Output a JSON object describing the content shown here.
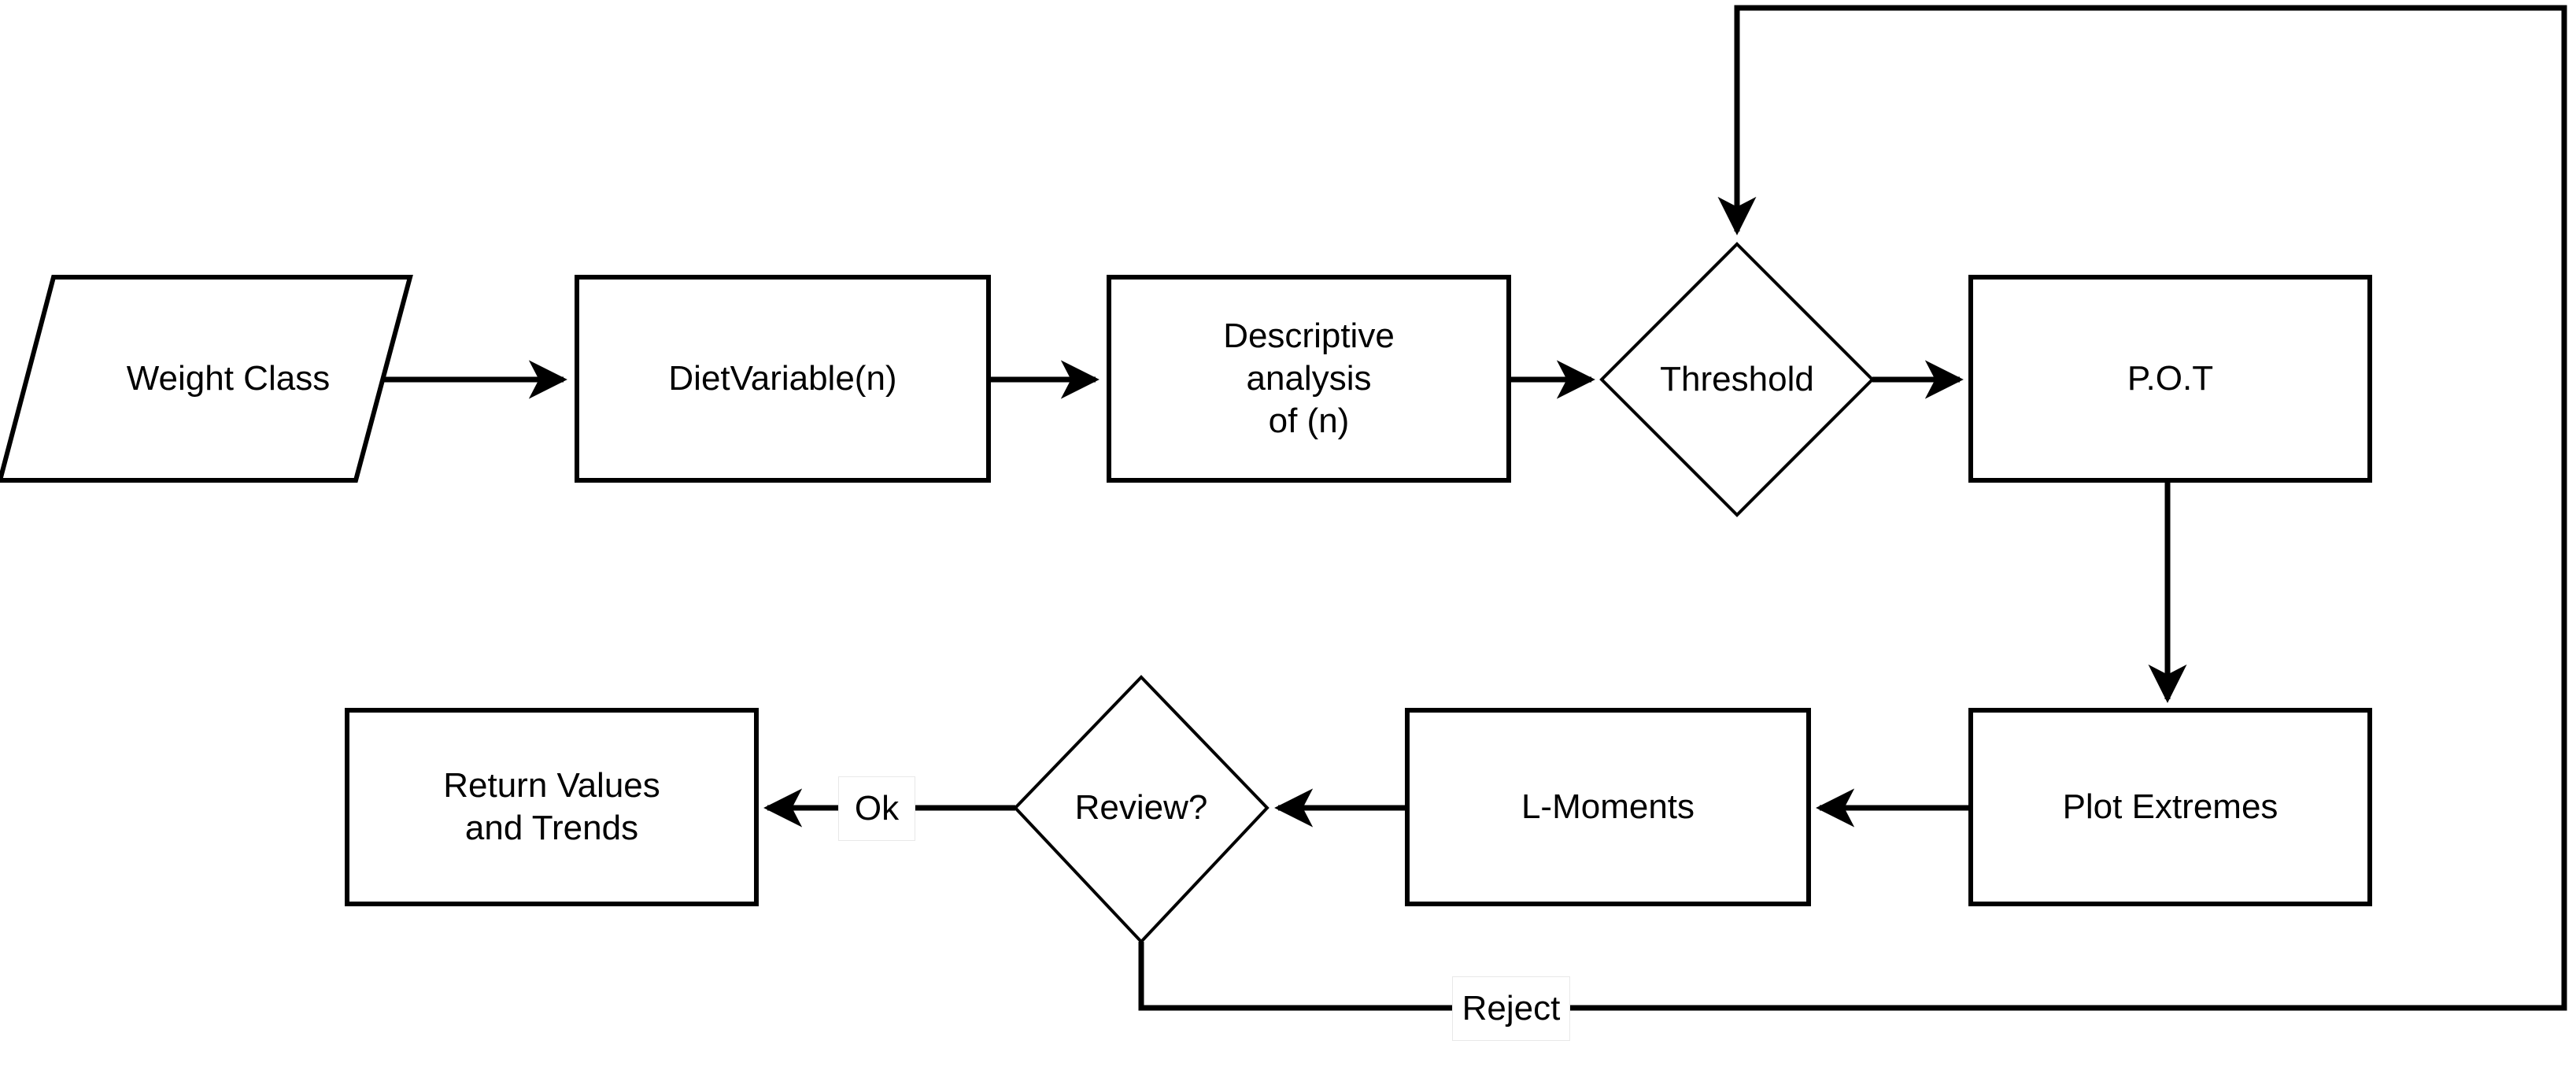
{
  "diagram": {
    "title": "Extreme value analysis workflow flowchart",
    "background_color": "#ffffff",
    "stroke_color": "#000000",
    "text_color": "#000000",
    "nodes": [
      {
        "id": "weight-class",
        "label": "Weight Class",
        "shape": "parallelogram"
      },
      {
        "id": "diet-variable",
        "label": "DietVariable(n)",
        "shape": "rectangle"
      },
      {
        "id": "descriptive",
        "label": "Descriptive\nanalysis\nof (n)",
        "shape": "rectangle"
      },
      {
        "id": "threshold",
        "label": "Threshold",
        "shape": "diamond"
      },
      {
        "id": "pot",
        "label": "P.O.T",
        "shape": "rectangle"
      },
      {
        "id": "plot-extremes",
        "label": "Plot Extremes",
        "shape": "rectangle"
      },
      {
        "id": "l-moments",
        "label": "L-Moments",
        "shape": "rectangle"
      },
      {
        "id": "review",
        "label": "Review?",
        "shape": "diamond"
      },
      {
        "id": "return-values",
        "label": "Return Values\nand Trends",
        "shape": "rectangle"
      }
    ],
    "edges": [
      {
        "id": "e1",
        "from": "weight-class",
        "to": "diet-variable",
        "label": ""
      },
      {
        "id": "e2",
        "from": "diet-variable",
        "to": "descriptive",
        "label": ""
      },
      {
        "id": "e3",
        "from": "descriptive",
        "to": "threshold",
        "label": ""
      },
      {
        "id": "e4",
        "from": "threshold",
        "to": "pot",
        "label": ""
      },
      {
        "id": "e5",
        "from": "pot",
        "to": "plot-extremes",
        "label": ""
      },
      {
        "id": "e6",
        "from": "plot-extremes",
        "to": "l-moments",
        "label": ""
      },
      {
        "id": "e7",
        "from": "l-moments",
        "to": "review",
        "label": ""
      },
      {
        "id": "e8",
        "from": "review",
        "to": "return-values",
        "label": "Ok"
      },
      {
        "id": "e9",
        "from": "review",
        "to": "threshold",
        "label": "Reject"
      }
    ],
    "edge_labels": {
      "ok": "Ok",
      "reject": "Reject"
    }
  }
}
